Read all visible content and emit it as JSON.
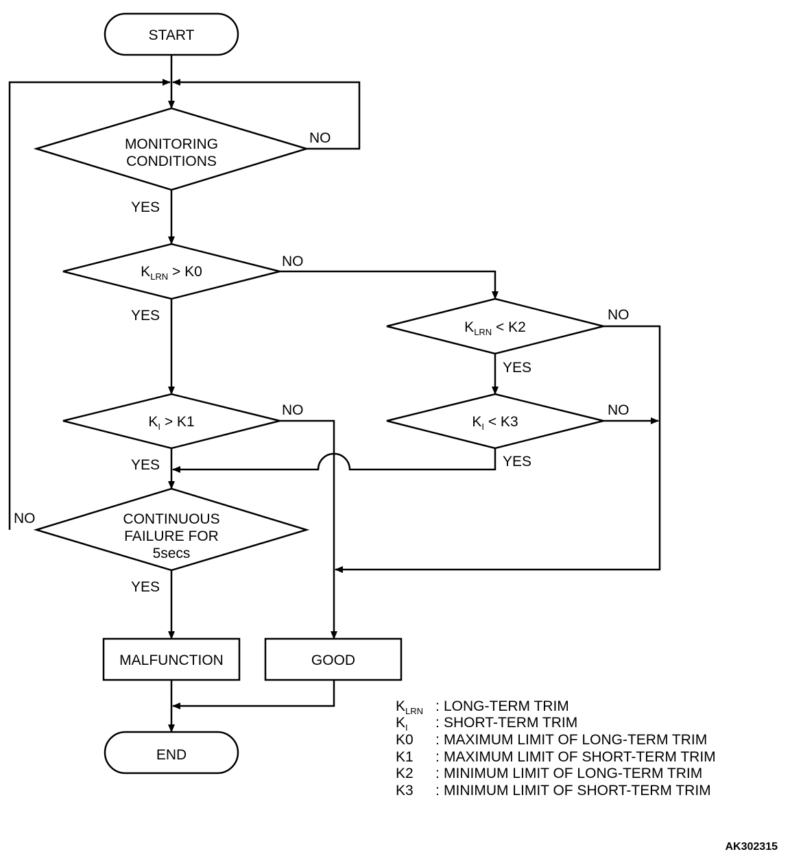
{
  "nodes": {
    "start": "START",
    "end": "END",
    "monitoring": [
      "MONITORING",
      "CONDITIONS"
    ],
    "k_lrn_gt_k0": {
      "main": "K",
      "sub": "LRN",
      "rest": " > K0"
    },
    "k_i_gt_k1": {
      "main": "K",
      "sub": "I",
      "rest": " > K1"
    },
    "k_lrn_lt_k2": {
      "main": "K",
      "sub": "LRN",
      "rest": " < K2"
    },
    "k_i_lt_k3": {
      "main": "K",
      "sub": "I",
      "rest": " < K3"
    },
    "continuous": [
      "CONTINUOUS",
      "FAILURE FOR",
      "5secs"
    ],
    "malfunction": "MALFUNCTION",
    "good": "GOOD"
  },
  "labels": {
    "yes": "YES",
    "no": "NO"
  },
  "legend": [
    {
      "key": "K",
      "sub": "LRN",
      "sep": ":",
      "desc": "LONG-TERM TRIM"
    },
    {
      "key": "K",
      "sub": "I",
      "sep": ":",
      "desc": "SHORT-TERM TRIM"
    },
    {
      "key": "K0",
      "sub": "",
      "sep": ":",
      "desc": "MAXIMUM LIMIT OF LONG-TERM TRIM"
    },
    {
      "key": "K1",
      "sub": "",
      "sep": ":",
      "desc": "MAXIMUM LIMIT OF SHORT-TERM TRIM"
    },
    {
      "key": "K2",
      "sub": "",
      "sep": ":",
      "desc": "MINIMUM LIMIT OF LONG-TERM TRIM"
    },
    {
      "key": "K3",
      "sub": "",
      "sep": ":",
      "desc": "MINIMUM LIMIT OF SHORT-TERM TRIM"
    }
  ],
  "figure_code": "AK302315"
}
